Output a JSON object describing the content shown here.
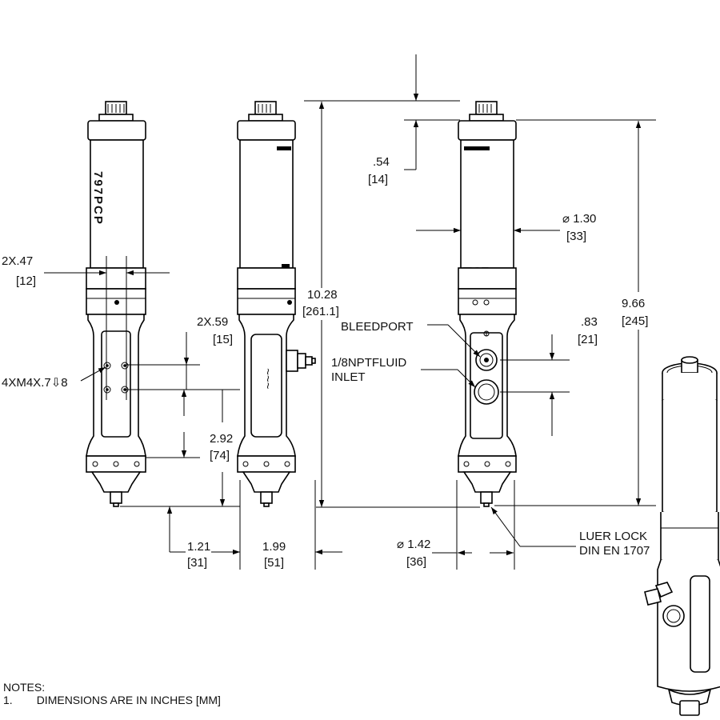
{
  "product_text": "797PCP",
  "dimensions": {
    "d_2x47": {
      "in": "2X.47",
      "mm": "[12]"
    },
    "d_2x59": {
      "in": "2X.59",
      "mm": "[15]"
    },
    "d_thread": "4XM4X.7⇩8",
    "d_292": {
      "in": "2.92",
      "mm": "[74]"
    },
    "d_121": {
      "in": "1.21",
      "mm": "[31]"
    },
    "d_199": {
      "in": "1.99",
      "mm": "[51]"
    },
    "d_1028": {
      "in": "10.28",
      "mm": "[261.1]"
    },
    "d_054": {
      "in": ".54",
      "mm": "[14]"
    },
    "d_130": {
      "in": "⌀ 1.30",
      "mm": "[33]"
    },
    "d_083": {
      "in": ".83",
      "mm": "[21]"
    },
    "d_966": {
      "in": "9.66",
      "mm": "[245]"
    },
    "d_142": {
      "in": "⌀ 1.42",
      "mm": "[36]"
    }
  },
  "callouts": {
    "bleed_port": "BLEEDPORT",
    "fluid_inlet_line1": "1/8NPTFLUID",
    "fluid_inlet_line2": "INLET",
    "luer_line1": "LUER LOCK",
    "luer_line2": "DIN EN 1707"
  },
  "notes": {
    "title": "NOTES:",
    "items": [
      {
        "num": "1.",
        "text": "DIMENSIONS ARE IN INCHES [MM]"
      }
    ]
  }
}
